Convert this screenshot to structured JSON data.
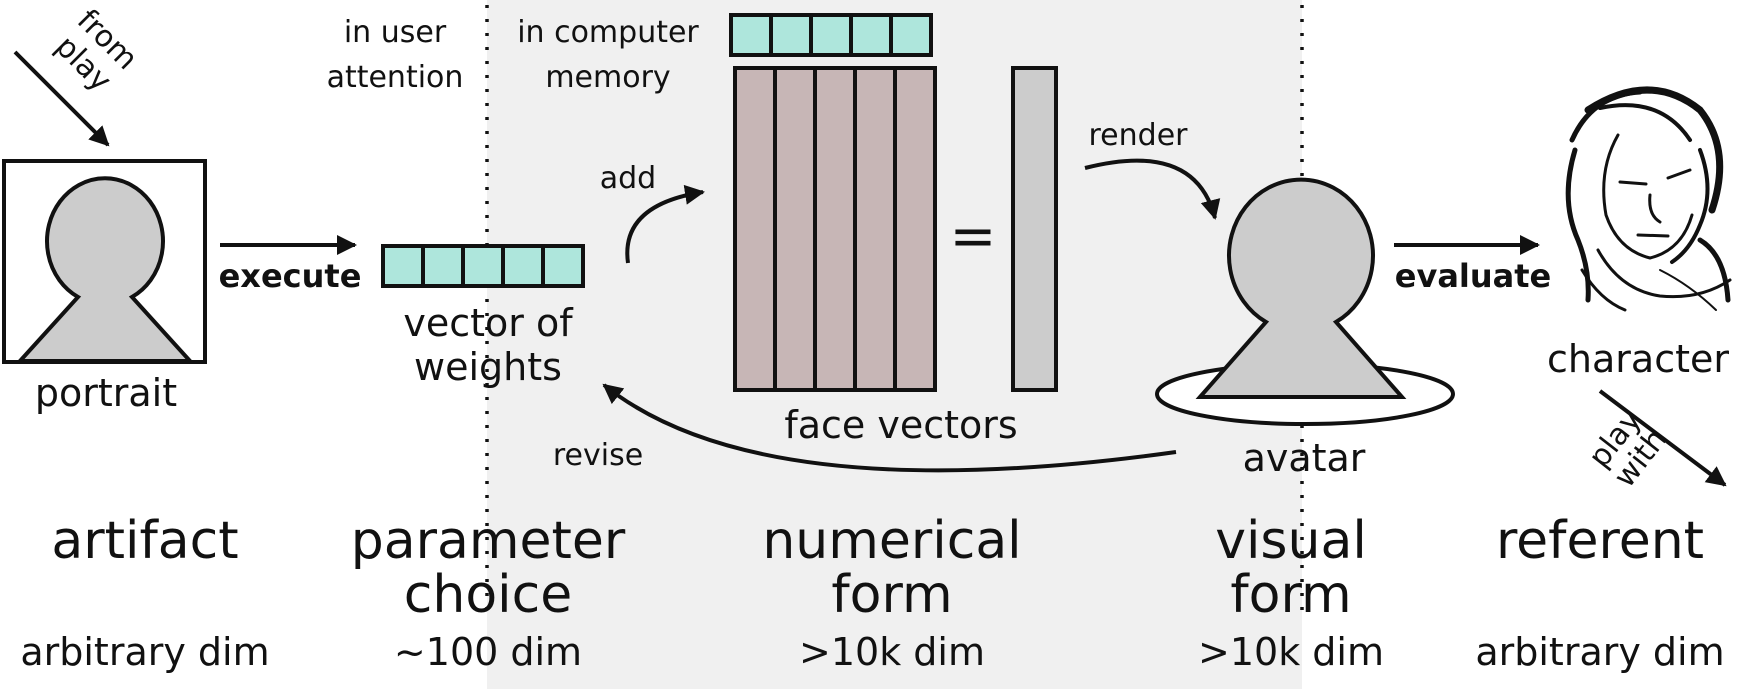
{
  "arrows": {
    "from_play": "from play",
    "from_play_line1": "from",
    "from_play_line2": "play",
    "execute": "execute",
    "add": "add",
    "render": "render",
    "evaluate": "evaluate",
    "revise": "revise",
    "play_with_line1": "play",
    "play_with_line2": "with"
  },
  "region_labels": {
    "user_attention_line1": "in user",
    "user_attention_line2": "attention",
    "computer_memory_line1": "in computer",
    "computer_memory_line2": "memory"
  },
  "items": {
    "portrait": "portrait",
    "vector_line1": "vector of",
    "vector_line2": "weights",
    "face_vectors": "face vectors",
    "equals": "=",
    "avatar": "avatar",
    "character": "character"
  },
  "stages": [
    {
      "name_line1": "artifact",
      "name_line2": "",
      "dim": "arbitrary dim"
    },
    {
      "name_line1": "parameter",
      "name_line2": "choice",
      "dim": "~100 dim"
    },
    {
      "name_line1": "numerical",
      "name_line2": "form",
      "dim": ">10k dim"
    },
    {
      "name_line1": "visual",
      "name_line2": "form",
      "dim": ">10k dim"
    },
    {
      "name_line1": "referent",
      "name_line2": "",
      "dim": "arbitrary dim"
    }
  ],
  "colors": {
    "weight_cell": "#aee6dc",
    "face_vector": "#c7b6b6",
    "mean_vector": "#cccccc",
    "silhouette": "#cccccc",
    "memory_region": "#f0f0f0",
    "stroke": "#111111"
  }
}
